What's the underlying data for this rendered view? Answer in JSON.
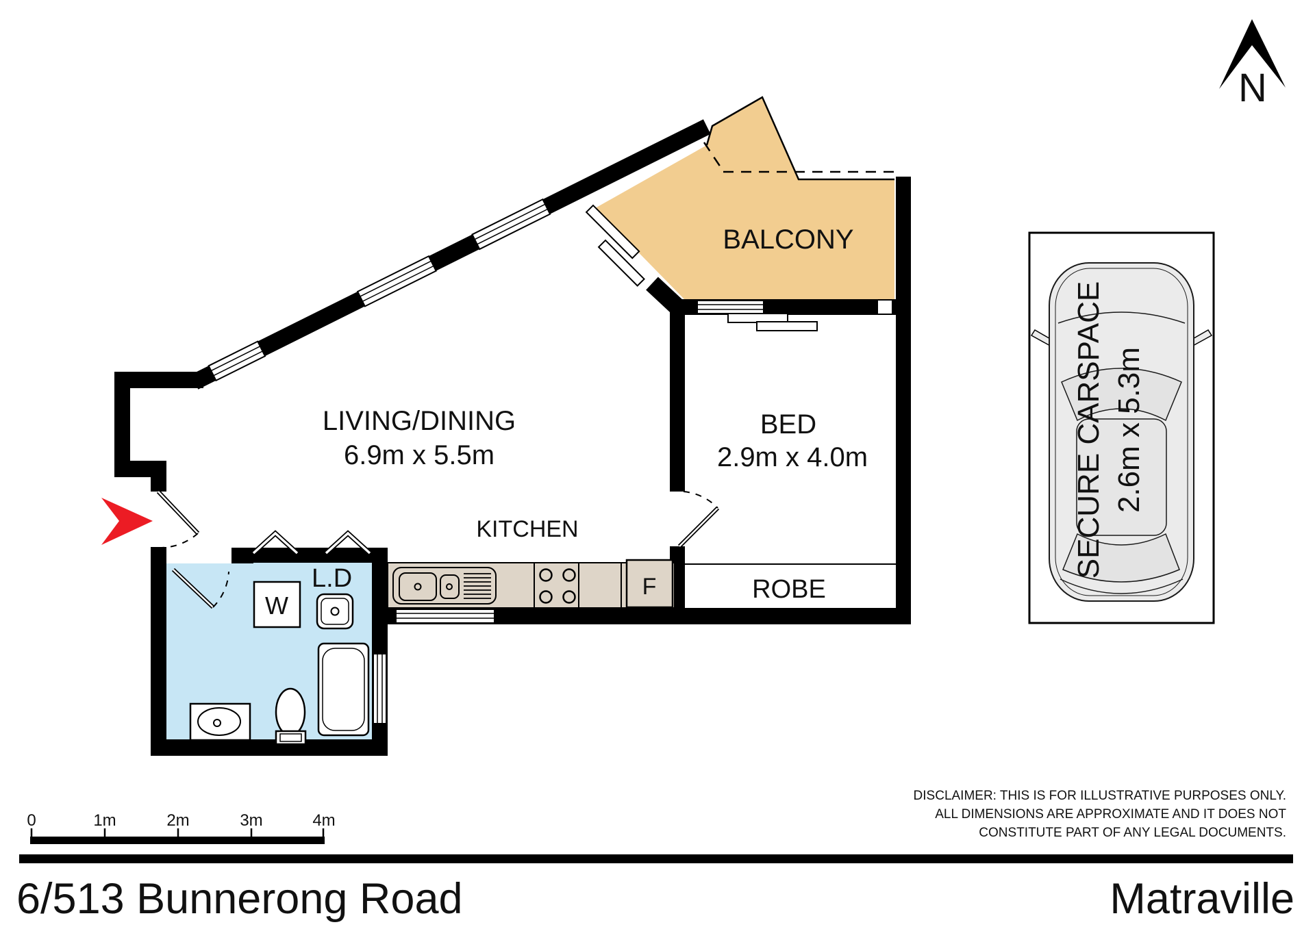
{
  "footer": {
    "address": "6/513 Bunnerong Road",
    "suburb": "Matraville"
  },
  "north": {
    "label": "N"
  },
  "rooms": {
    "balcony": {
      "label": "BALCONY"
    },
    "living": {
      "label": "LIVING/DINING",
      "dims": "6.9m x 5.5m"
    },
    "bed": {
      "label": "BED",
      "dims": "2.9m x 4.0m"
    },
    "kitchen": {
      "label": "KITCHEN"
    },
    "robe": {
      "label": "ROBE"
    },
    "laundry": {
      "label": "L.D"
    },
    "washer_label": "W",
    "fridge_label": "F"
  },
  "carspace": {
    "title": "SECURE CARSPACE",
    "dims": "2.6m x 5.3m"
  },
  "scale_bar": {
    "labels": [
      "0",
      "1m",
      "2m",
      "3m",
      "4m"
    ]
  },
  "disclaimer": [
    "DISCLAIMER: THIS IS FOR ILLUSTRATIVE PURPOSES ONLY.",
    "ALL DIMENSIONS ARE APPROXIMATE AND IT DOES NOT",
    "CONSTITUTE PART OF ANY LEGAL DOCUMENTS."
  ],
  "colors": {
    "balcony_fill": "#F2CD90",
    "bathroom_fill": "#C7E6F5",
    "bench_fill": "#DED5C8",
    "car_fill": "#EBEBEB",
    "entry_arrow": "#EC1C24",
    "wall": "#000000"
  }
}
